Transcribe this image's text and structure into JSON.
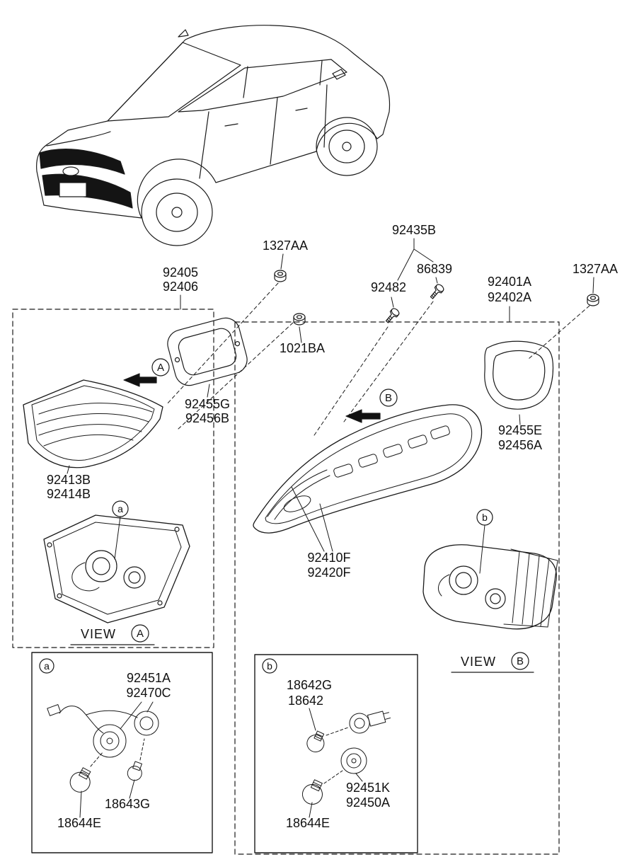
{
  "page": {
    "background": "#ffffff",
    "line_color": "#1a1a1a",
    "lamp_fill": "#141414"
  },
  "callouts": {
    "fastener_1327aa_left": "1327AA",
    "fastener_1327aa_right": "1327AA",
    "nut_1021ba": "1021BA",
    "screw_set_92435b": "92435B",
    "screw_86839": "86839",
    "screw_92482": "92482",
    "pad_92405": "92405",
    "pad_92406": "92406",
    "lamp_assy_92401a": "92401A",
    "lamp_assy_92402a": "92402A",
    "gasket_92455g": "92455G",
    "gasket_92456b": "92456B",
    "gasket_92455e": "92455E",
    "gasket_92456a": "92456A",
    "inside_lamp_92413b": "92413B",
    "inside_lamp_92414b": "92414B",
    "outside_lamp_92410f": "92410F",
    "outside_lamp_92420f": "92420F"
  },
  "views": {
    "view_label": "VIEW",
    "marker_A": "A",
    "marker_B": "B",
    "marker_a": "a",
    "marker_b": "b"
  },
  "detail_a": {
    "holder_92451a": "92451A",
    "holder_92470c": "92470C",
    "bulb_18643g": "18643G",
    "bulb_18644e": "18644E"
  },
  "detail_b": {
    "bulb_18642g": "18642G",
    "bulb_18642": "18642",
    "holder_92451k": "92451K",
    "holder_92450a": "92450A",
    "bulb_18644e": "18644E"
  }
}
